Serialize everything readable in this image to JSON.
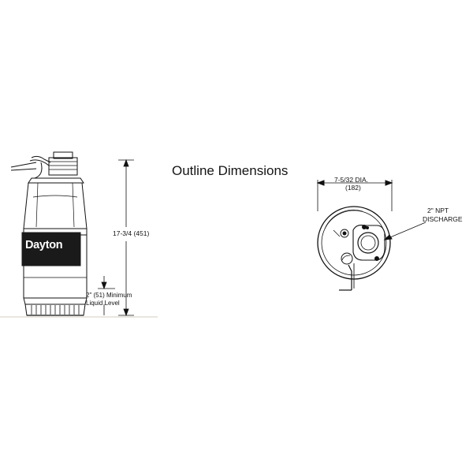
{
  "title": "Outline Dimensions",
  "side_view": {
    "brand": "Dayton",
    "height_dimension": "17-3/4 (451)",
    "min_liquid_level_line1": "2\" (51) Minimum",
    "min_liquid_level_line2": "Liquid Level"
  },
  "top_view": {
    "diameter_line1": "7-5/32 DIA.",
    "diameter_line2": "(182)",
    "discharge_line1": "2\" NPT",
    "discharge_line2": "DISCHARGE"
  },
  "colors": {
    "line": "#111111",
    "label_panel": "#1a1a1a",
    "background": "#ffffff"
  }
}
